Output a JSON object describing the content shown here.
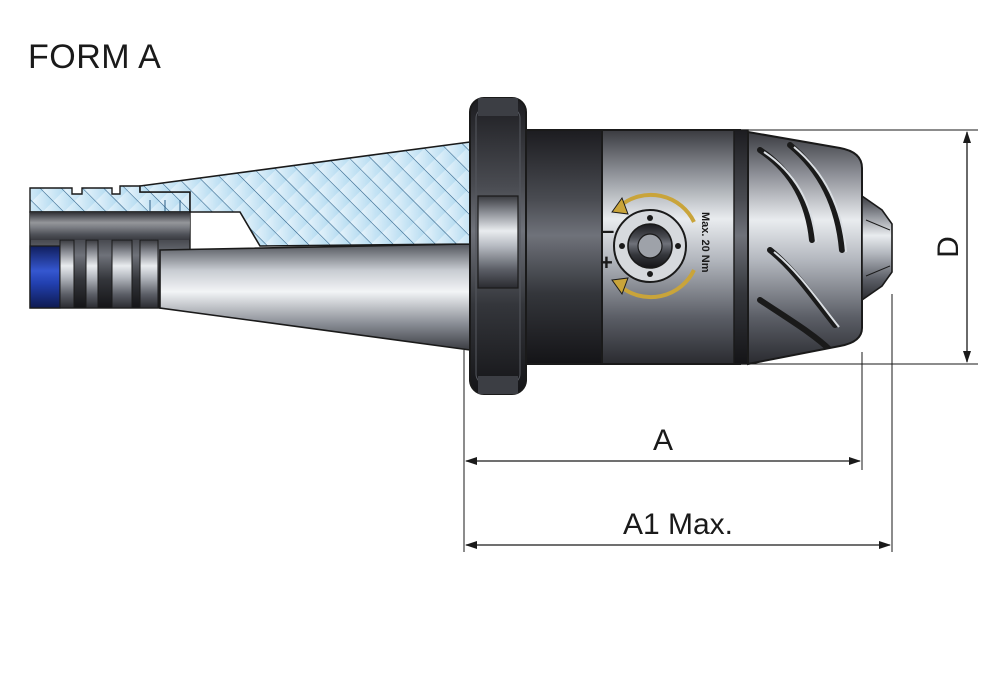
{
  "title": "FORM A",
  "dimensions": {
    "length": "A",
    "length_max": "A1 Max.",
    "diameter": "D"
  },
  "chuck_marking": {
    "torque": "Max. 20 Nm",
    "minus": "–",
    "plus": "+"
  },
  "colors": {
    "hatch_fill": "#bfe0f3",
    "hatch_line": "#2a5d85",
    "drawbar_blue": "#1f3fa8",
    "metal_dark": "#2b2b2e",
    "arrow_gold": "#c9a43a"
  }
}
